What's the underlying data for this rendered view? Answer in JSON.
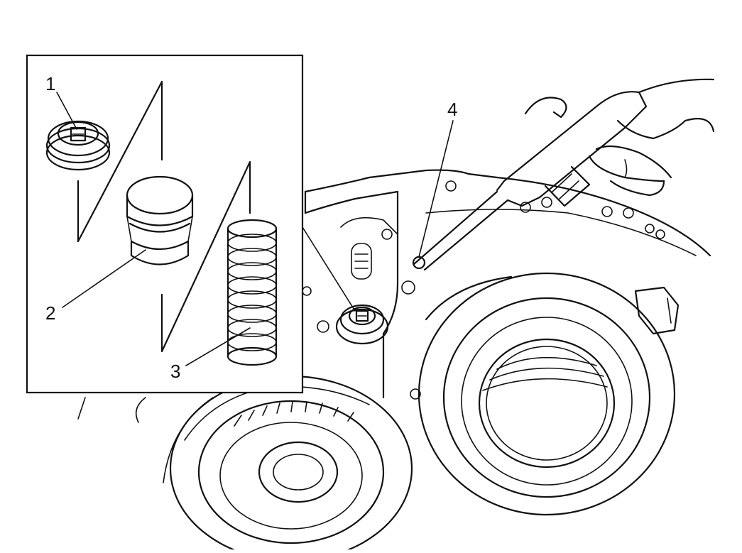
{
  "callouts": [
    {
      "id": "1",
      "text": "1"
    },
    {
      "id": "2",
      "text": "2"
    },
    {
      "id": "3",
      "text": "3"
    },
    {
      "id": "4",
      "text": "4"
    }
  ],
  "components": [
    {
      "name": "plug",
      "callout": "1"
    },
    {
      "name": "piston",
      "callout": "2"
    },
    {
      "name": "spring",
      "callout": "3"
    },
    {
      "name": "passage",
      "callout": "4"
    }
  ]
}
